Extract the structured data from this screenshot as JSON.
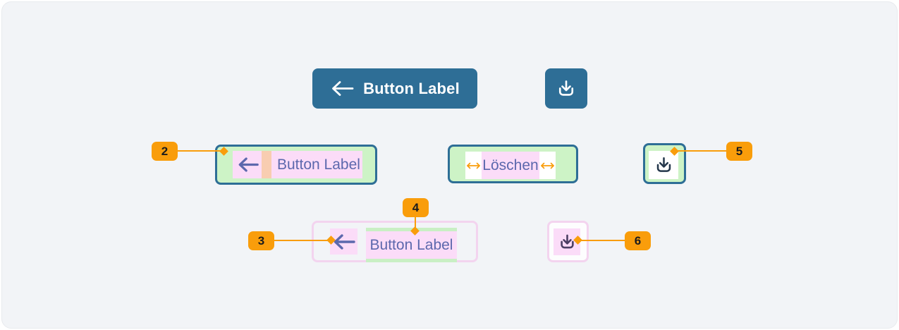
{
  "colors": {
    "accent_blue": "#2E6E96",
    "annotation_orange": "#F99D0B",
    "spacing_green": "#CDF3C6",
    "strip_green": "#C9EFC4",
    "content_pink": "#FBDCF8",
    "gap_salmon": "#F8CDB1",
    "label_purple": "#5C68AD",
    "icon_navy": "#25384C",
    "icon_dark_purple": "#4B3F63",
    "focus_border_pink": "#F3D4EF",
    "panel_bg": "#F2F4F7",
    "panel_border": "#E8EAEE"
  },
  "examples": {
    "primary_button": {
      "label": "Button Label",
      "icon": "arrow-left"
    },
    "icon_button": {
      "icon": "download"
    }
  },
  "anatomy": {
    "labeled_button": {
      "label": "Button Label",
      "marker": "2"
    },
    "min_padding_button": {
      "label": "Löschen"
    },
    "icon_only_button": {
      "marker": "5"
    },
    "label_detail_button": {
      "label": "Button Label",
      "icon_marker": "3",
      "label_marker": "4"
    },
    "icon_detail_button": {
      "marker": "6"
    }
  }
}
